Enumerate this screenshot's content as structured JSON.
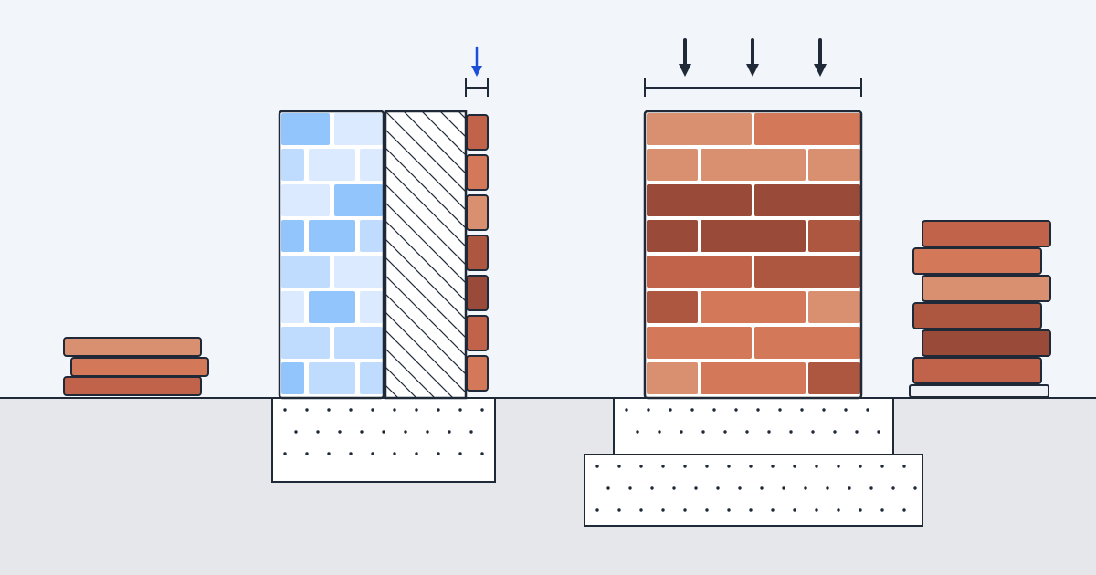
{
  "colors": {
    "sky": "#f2f6fb",
    "ground": "#e6e7eb",
    "outline": "#1f2937",
    "load_arrow_accent": "#1d4ed8",
    "foundation_fill": "#ffffff",
    "hatch_fill": "#ffffff",
    "blue_dark": "#93c5fd",
    "blue_mid": "#bfdbfe",
    "blue_light": "#dbeafe",
    "brick_light": "#d99070",
    "brick_mid": "#d4785a",
    "brick_red": "#c0634a",
    "brick_brown": "#ad5640",
    "brick_dark": "#9a4a38",
    "spacer": "#eef2f7"
  },
  "elements": [
    "brick-stack-left",
    "composite-wall-blue-blocks",
    "insulation-hatch-layer",
    "brick-veneer-facing",
    "veneer-load-arrow-icon",
    "veneer-thickness-dimension",
    "strip-foundation-left",
    "load-bearing-brick-wall",
    "distributed-load-arrow-icons",
    "wall-width-dimension",
    "stepped-foundation-right",
    "brick-stack-right",
    "ground-line"
  ]
}
